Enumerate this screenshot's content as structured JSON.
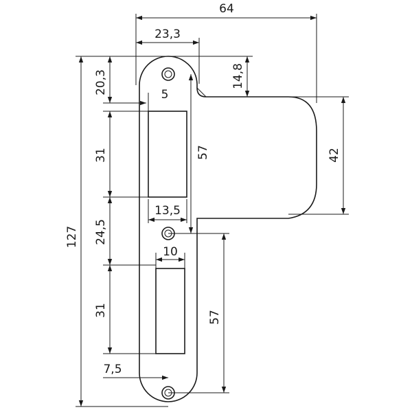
{
  "dimensions": {
    "total_width": "64",
    "plate_width": "23,3",
    "top_offset": "14,8",
    "screw_offset": "20,3",
    "slot_inset": "5",
    "slot_height_upper": "31",
    "center_length_upper": "57",
    "lip_height": "42",
    "slot_width_upper": "13,5",
    "slot_gap": "24,5",
    "total_height": "127",
    "slot_width_lower": "10",
    "slot_height_lower": "31",
    "center_length_lower": "57",
    "bottom_inset": "7,5"
  },
  "colors": {
    "line": "#1a1a1a",
    "background": "#ffffff"
  }
}
